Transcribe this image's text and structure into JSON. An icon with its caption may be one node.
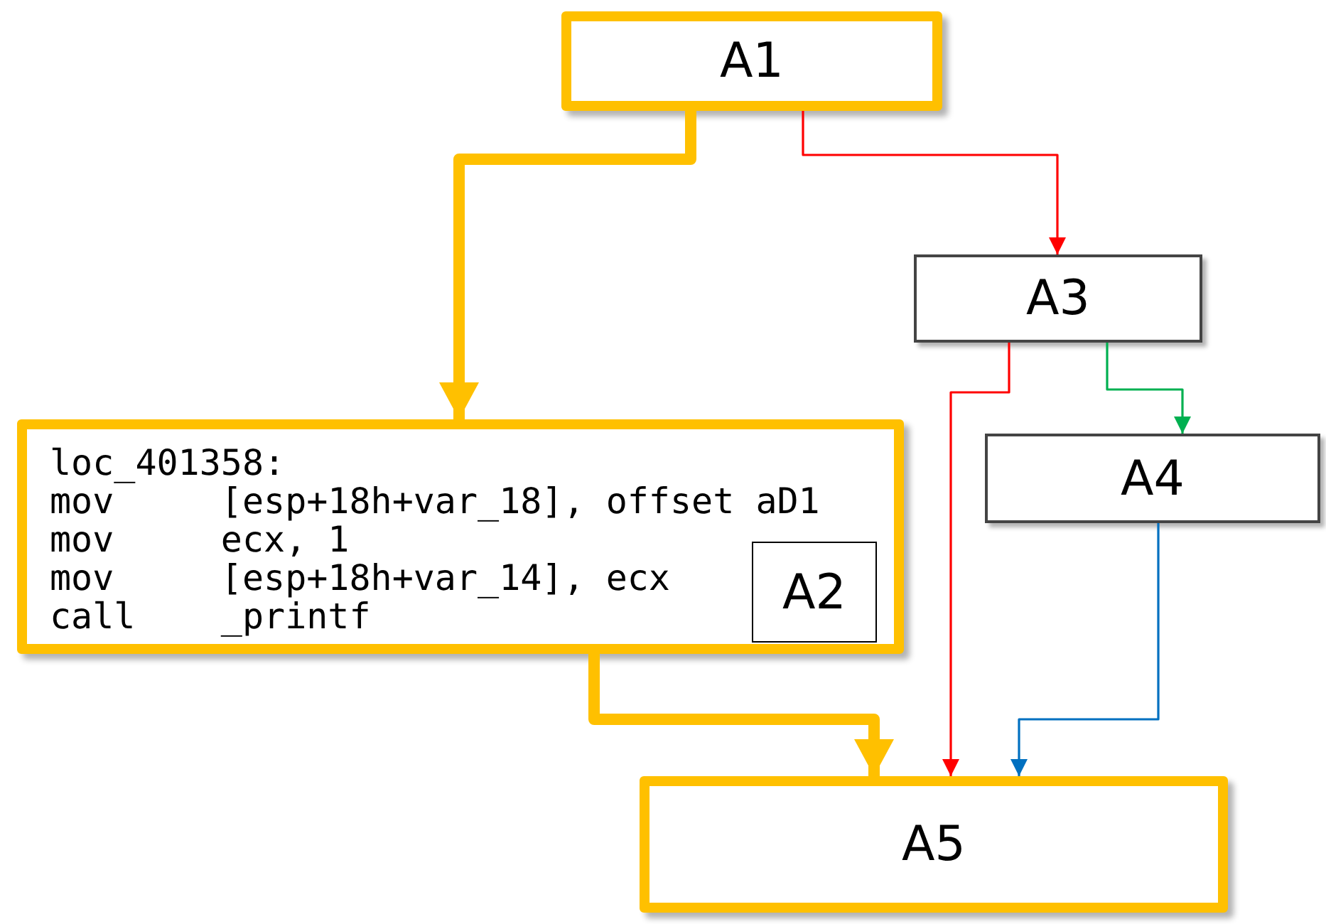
{
  "diagram": {
    "nodes": [
      {
        "text": [
          "A1"
        ]
      },
      {
        "text": [
          "loc_401358:",
          "mov     [esp+18h+var_18], offset aD1",
          "mov     ecx, 1",
          "mov     [esp+18h+var_14], ecx",
          "call    _printf"
        ]
      },
      {
        "text": [
          "A2"
        ],
        "in": 1
      },
      {
        "text": [
          "A3"
        ]
      },
      {
        "text": [
          "A4"
        ]
      },
      {
        "text": [
          "A5"
        ]
      }
    ],
    "edges": [
      {
        "from": 0,
        "to": 1,
        "arrow": "to",
        "style": "thick",
        "color": "#ffc000"
      },
      {
        "from": 0,
        "to": 3,
        "arrow": "to",
        "color": "#ff0000"
      },
      {
        "from": 3,
        "to": 5,
        "arrow": "to",
        "color": "#ff0000"
      },
      {
        "from": 3,
        "to": 4,
        "arrow": "to",
        "color": "#00b050"
      },
      {
        "from": 4,
        "to": 5,
        "arrow": "to",
        "color": "#0070c0"
      },
      {
        "from": 1,
        "to": 5,
        "arrow": "to",
        "style": "thick",
        "color": "#ffc000"
      }
    ]
  }
}
